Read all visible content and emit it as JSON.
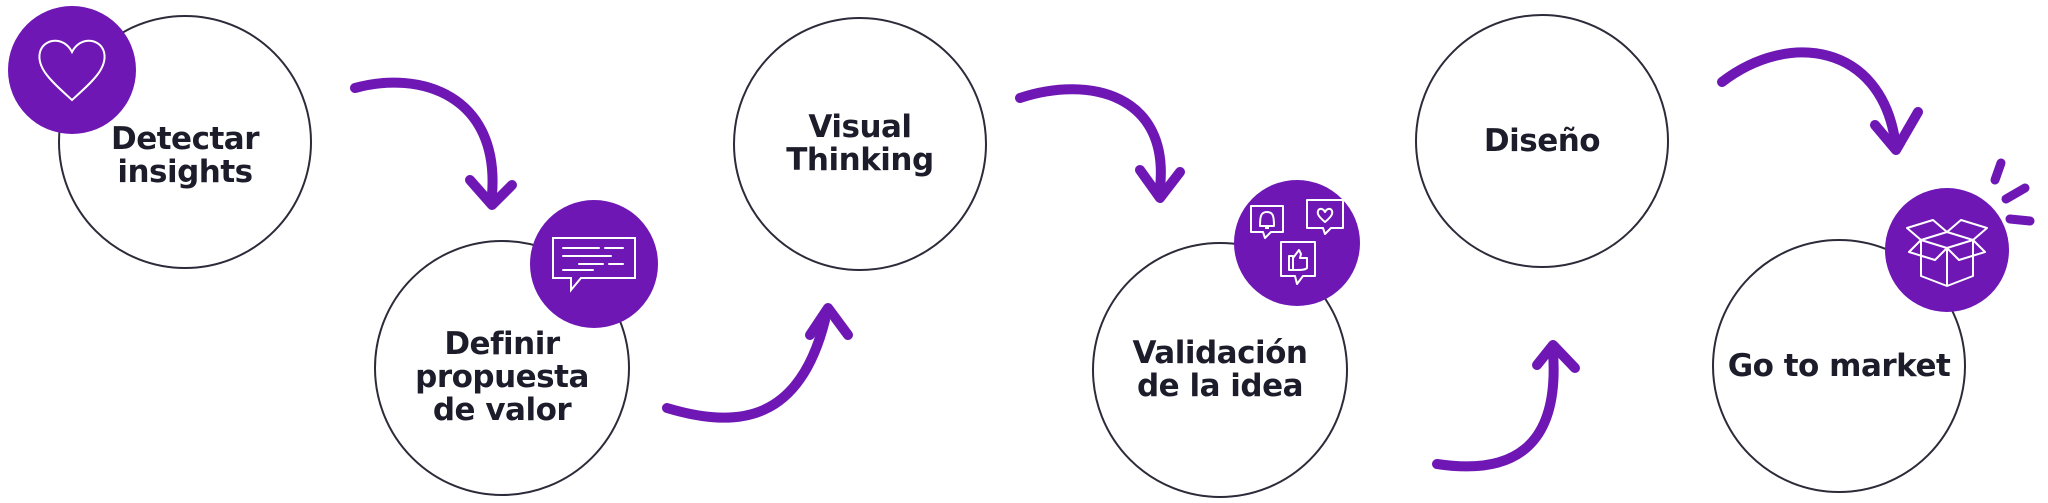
{
  "colors": {
    "accent": "#6e17b5",
    "outline": "#2b2b3a",
    "text": "#1c1c2a"
  },
  "steps": [
    {
      "label": "Detectar\ninsights",
      "badge_icon": "heart-icon"
    },
    {
      "label": "Definir\npropuesta\nde valor",
      "badge_icon": "chat-bubble-icon"
    },
    {
      "label": "Visual\nThinking",
      "badge_icon": ""
    },
    {
      "label": "Validación\nde la idea",
      "badge_icon": "feedback-icons"
    },
    {
      "label": "Diseño",
      "badge_icon": ""
    },
    {
      "label": "Go to market",
      "badge_icon": "open-box-icon"
    }
  ]
}
